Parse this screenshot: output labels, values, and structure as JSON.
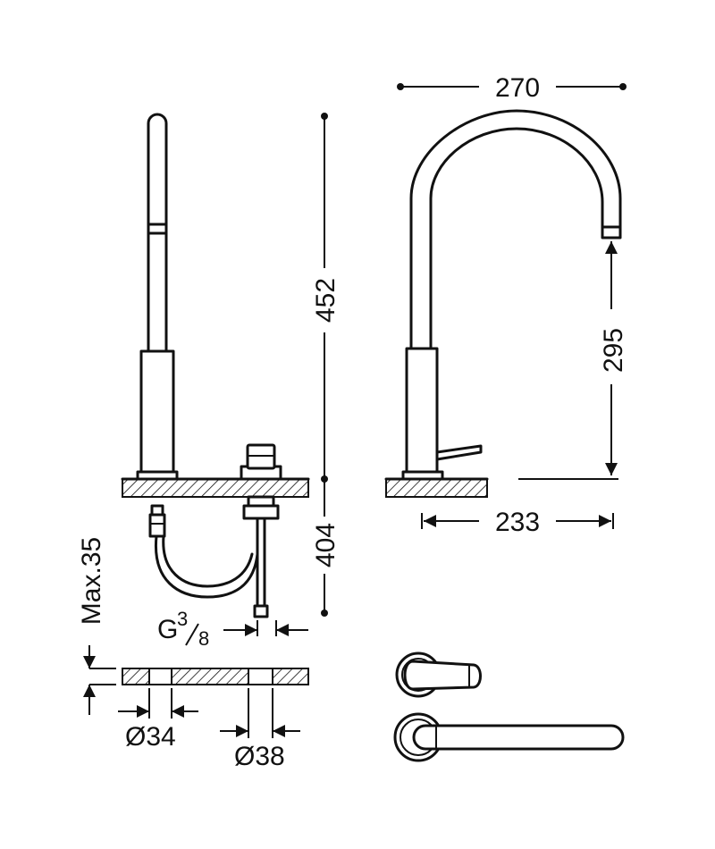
{
  "dimensions": {
    "total_height": "452",
    "below_deck": "404",
    "spout_reach": "270",
    "spout_height": "295",
    "handle_offset": "233",
    "max_thickness": "Max.35",
    "thread_prefix": "G",
    "thread_numerator": "3",
    "thread_denominator": "8",
    "hole_small": "Ø34",
    "hole_large": "Ø38"
  },
  "colors": {
    "line": "#111111",
    "background": "#ffffff"
  }
}
